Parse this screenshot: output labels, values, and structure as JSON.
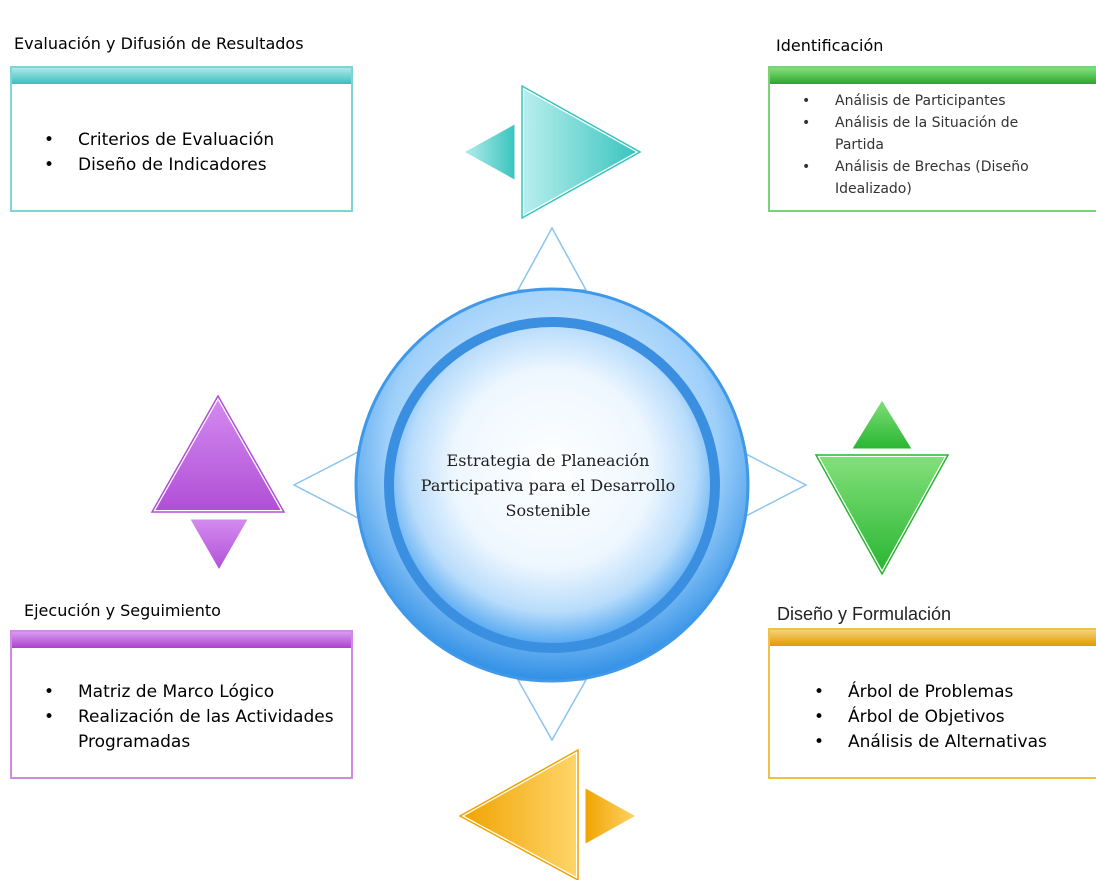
{
  "center": {
    "lines": [
      "Estrategia de Planeación",
      "Participativa para el Desarrollo",
      "Sostenible"
    ]
  },
  "evaluacion": {
    "title": "Evaluación y Difusión de Resultados",
    "items": [
      "Criterios de Evaluación",
      "Diseño de Indicadores"
    ],
    "color": "#3dbdbd"
  },
  "identificacion": {
    "title": "Identificación",
    "items": [
      "Análisis de Participantes",
      "Análisis de la Situación de Partida",
      "Análisis de Brechas (Diseño Idealizado)"
    ],
    "color": "#2fa42d"
  },
  "ejecucion": {
    "title": "Ejecución y Seguimiento",
    "items": [
      "Matriz de Marco Lógico",
      "Realización de las Actividades Programadas"
    ],
    "color": "#a943cf"
  },
  "diseno": {
    "title": "Diseño y Formulación",
    "items": [
      "Árbol de Problemas",
      "Árbol de Objetivos",
      "Análisis de Alternativas"
    ],
    "color": "#e09a00"
  }
}
